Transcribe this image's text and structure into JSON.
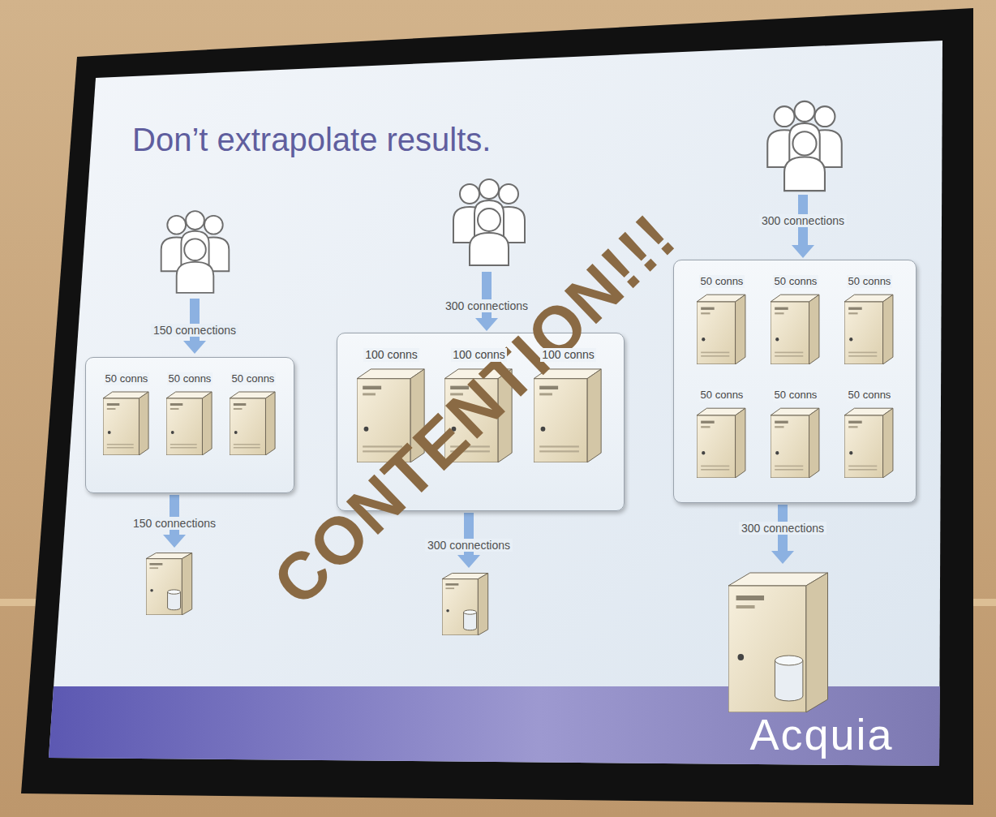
{
  "diagram": {
    "title": "Don’t extrapolate results.",
    "nodes": [
      {
        "text": []
      },
      {
        "text": [
          "50 conns"
        ],
        "in": 0
      },
      {
        "text": [
          "50 conns"
        ],
        "in": 0
      },
      {
        "text": [
          "50 conns"
        ],
        "in": 0
      },
      {
        "text": []
      },
      {
        "text": [
          "100 conns"
        ],
        "in": 4
      },
      {
        "text": [
          "100 conns"
        ],
        "in": 4
      },
      {
        "text": [
          "100 conns"
        ],
        "in": 4
      },
      {
        "text": []
      },
      {
        "text": [
          "50 conns"
        ],
        "in": 8
      },
      {
        "text": [
          "50 conns"
        ],
        "in": 8
      },
      {
        "text": [
          "50 conns"
        ],
        "in": 8
      },
      {
        "text": [
          "50 conns"
        ],
        "in": 8
      },
      {
        "text": [
          "50 conns"
        ],
        "in": 8
      },
      {
        "text": [
          "50 conns"
        ],
        "in": 8
      }
    ],
    "labels": [
      "150 connections",
      "150 connections",
      "300 connections",
      "300 connections",
      "300 connections",
      "300 connections",
      "CONTENTION!!!",
      "Acquia"
    ]
  }
}
